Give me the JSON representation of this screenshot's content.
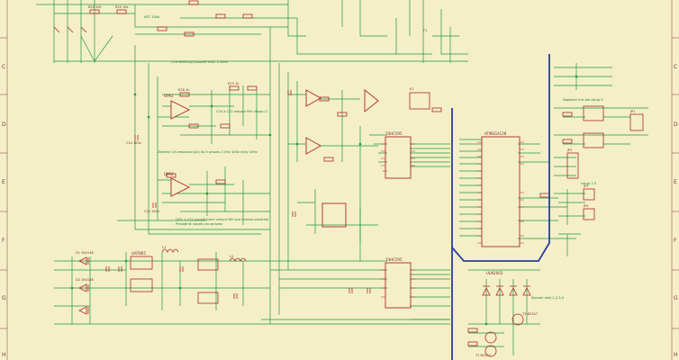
{
  "sheet": {
    "row_markers_left": [
      "C",
      "D",
      "E",
      "F",
      "G",
      "H"
    ],
    "row_markers_right": [
      "C",
      "D",
      "E",
      "F",
      "G",
      "H"
    ]
  },
  "notes": {
    "n1": "C19 elektrolyt pouzite kvuli 1-2kHz",
    "n2": "C24 a C22 vstupni filtr vstupu 2",
    "n3": "Zesileni 1/4 zesilovaci(2x) do 5 proudu 1 kHz 1kHz linky 1kHz",
    "n4": "OZ2 + C21 pouziti horni vstupni filtr pro linkove prostredi",
    "n5": "Prevodnik napeti pro zarizeni",
    "n6": "Napajeni mix jak vstup 5",
    "n7": "Vstup 1.5",
    "n8": "Spinani relej 1,2,3,4",
    "n9": "NTC 100k"
  },
  "ic_labels": {
    "u1": "ATMEGA128",
    "u2": "74HC595",
    "u3": "74HC595",
    "u4": "ULN2003",
    "u5": "OPA2",
    "u6": "OPA2",
    "u7": "LM7805"
  },
  "parts": {
    "r1": "R24 10k",
    "r2": "R25 10k",
    "r3": "R18 1k",
    "r4": "R19 1k",
    "c1": "C14 100n",
    "c2": "C15 100n",
    "q1": "T1 BC547",
    "q2": "T2 BC547",
    "l1": "L1",
    "l2": "L2",
    "d1": "D1 1N4148",
    "d2": "D2 1N4148",
    "j1": "JP1",
    "j2": "JP2",
    "j3": "JP3",
    "j4": "JP4",
    "f1": "F1",
    "k1": "K1"
  }
}
